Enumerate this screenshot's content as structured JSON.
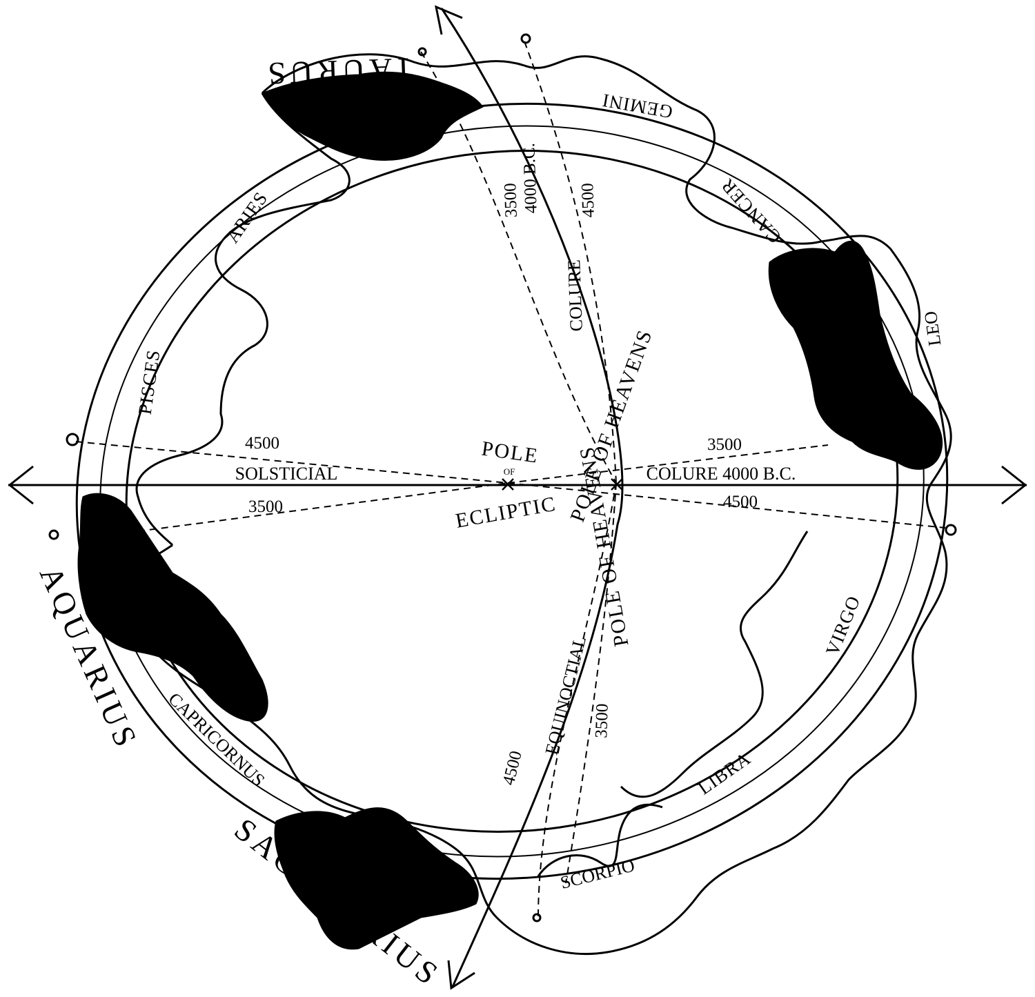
{
  "constellations": {
    "taurus": "TAURUS",
    "gemini": "GEMINI",
    "cancer": "CANCER",
    "leo": "LEO",
    "virgo": "VIRGO",
    "libra": "LIBRA",
    "scorpio": "SCORPIO",
    "sagittarius": "SAGITTARIUS",
    "capricornus": "CAPRICORNUS",
    "aquarius": "AQUARIUS",
    "pisces": "PISCES",
    "aries": "ARIES"
  },
  "poles": {
    "ecliptic_top": "POLE",
    "ecliptic_of": "OF",
    "ecliptic_bottom": "ECLIPTIC",
    "heavens_top": "POLE OF HEAVENS",
    "heavens_bottom": "POLE OF HEAVENS"
  },
  "colures": {
    "solsticial": "SOLSTICIAL",
    "colure_right": "COLURE 4000 B.C.",
    "colure_upper": "COLURE",
    "equinoctial": "EQUINOCTIAL",
    "upper_4000": "4000 B.C.",
    "upper_3500": "3500",
    "upper_4500": "4500",
    "left_4500": "4500",
    "left_3500": "3500",
    "right_3500": "3500",
    "right_4500": "4500",
    "lower_4500": "4500",
    "lower_3500": "3500"
  },
  "colors": {
    "ink": "#000000",
    "paper": "#ffffff"
  }
}
